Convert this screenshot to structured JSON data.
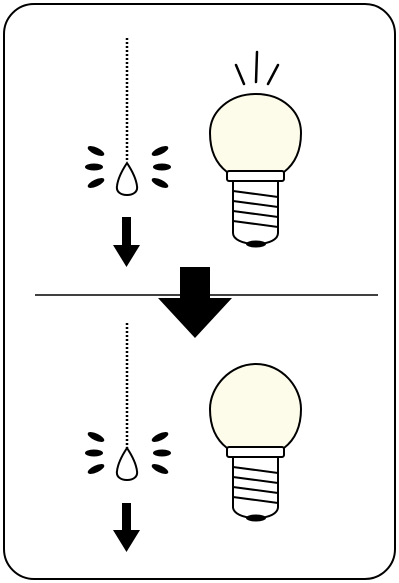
{
  "diagram": {
    "panels": [
      {
        "name": "top-panel",
        "pull_chain": "pull-chain-icon",
        "pull_arrow": "arrow-down-icon",
        "bulb": "light-bulb-icon",
        "bulb_state": "on",
        "rays": "light-rays-icon"
      },
      {
        "name": "bottom-panel",
        "pull_chain": "pull-chain-icon",
        "pull_arrow": "arrow-down-icon",
        "bulb": "light-bulb-icon",
        "bulb_state": "off"
      }
    ],
    "transition_arrow": "arrow-down-icon",
    "colors": {
      "stroke": "#000000",
      "background": "#ffffff",
      "bulb_fill": "#fdfcea"
    }
  }
}
